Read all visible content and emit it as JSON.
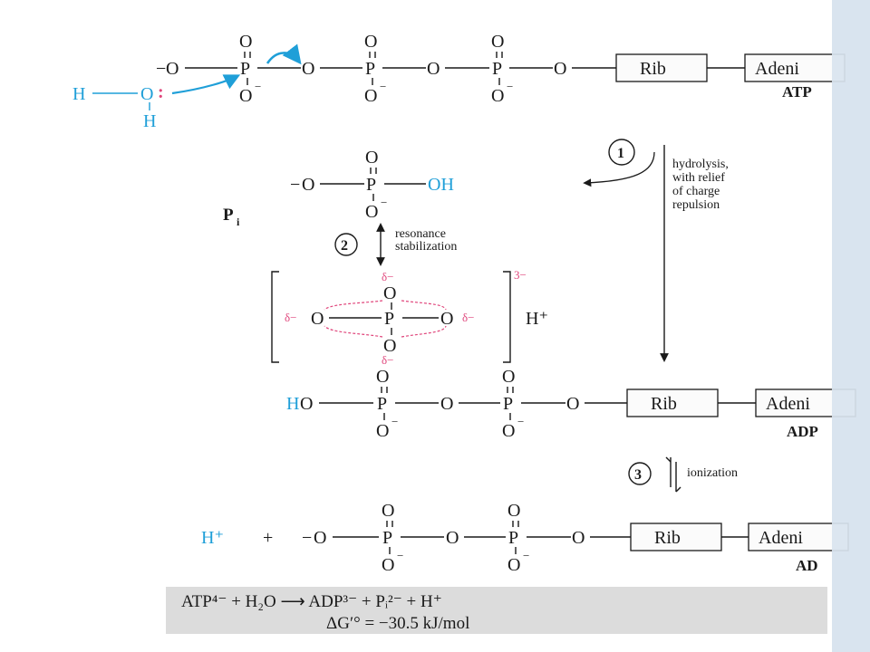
{
  "colors": {
    "ink": "#1a1a1a",
    "highlight": "#1f9fd8",
    "partial_charge": "#e0457b",
    "summary_band": "#dcdcdc",
    "page_background": "#ffffff",
    "page_edge": "#d9e4ef"
  },
  "atoms": {
    "o": "O",
    "p": "P",
    "h": "H",
    "minus": "−",
    "h_plus": "H⁺",
    "plus": "+",
    "oh": "OH",
    "delta_minus": "δ−",
    "colon": ":"
  },
  "groups": {
    "rib": "Rib",
    "adenine": "Adeni"
  },
  "molecules": {
    "atp": "ATP",
    "pi": "P",
    "pi_sub": "i",
    "adp": "ADP",
    "adp_bottom": "AD"
  },
  "steps": {
    "step1_number": "1",
    "step1_label_line1": "hydrolysis,",
    "step1_label_line2": "with relief",
    "step1_label_line3": "of charge",
    "step1_label_line4": "repulsion",
    "step2_number": "2",
    "step2_label_line1": "resonance",
    "step2_label_line2": "stabilization",
    "step3_number": "3",
    "step3_label": "ionization"
  },
  "resonance_charge": "3−",
  "equation": {
    "line1": "ATP⁴⁻ + H₂O ⟶ ADP³⁻ + Pᵢ²⁻ + H⁺",
    "line2": "ΔG′° = −30.5 kJ/mol"
  }
}
